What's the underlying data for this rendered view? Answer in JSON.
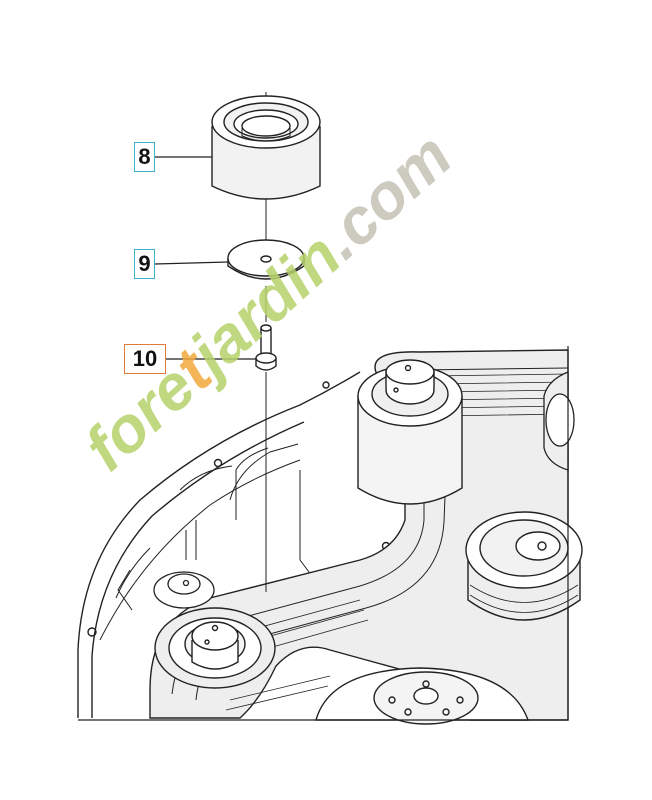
{
  "parts": [
    {
      "number": "8",
      "name": "pulley-bearing",
      "border_color": "#3bb3c9"
    },
    {
      "number": "9",
      "name": "washer",
      "border_color": "#3bb3c9"
    },
    {
      "number": "10",
      "name": "bolt",
      "border_color": "#e07a3a"
    }
  ],
  "watermark": {
    "part1": "fore",
    "part2": "t",
    "part3": "jardin",
    "part4": ".com",
    "colors": {
      "green": "#b6d36a",
      "orange": "#f3a83c",
      "grey": "#c5c1b4"
    }
  },
  "colors": {
    "line": "#222222",
    "belt_fill": "#eeeeee"
  }
}
